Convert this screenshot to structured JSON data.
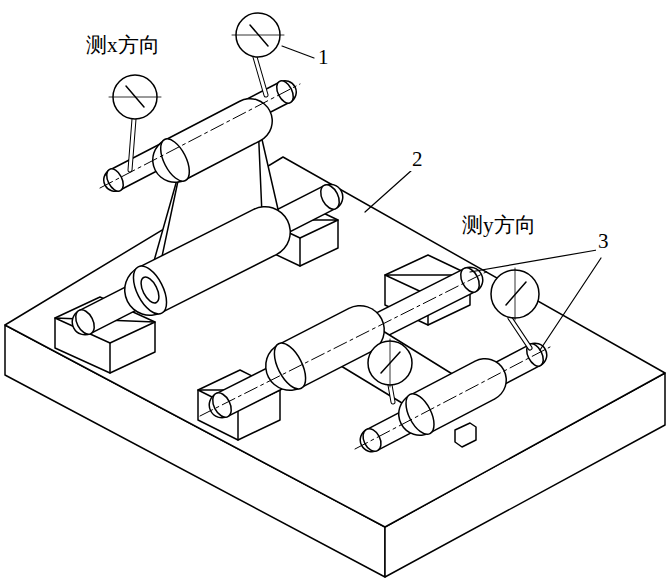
{
  "diagram": {
    "labels": [
      "测x方向",
      "1",
      "2",
      "测y方向",
      "3"
    ]
  }
}
